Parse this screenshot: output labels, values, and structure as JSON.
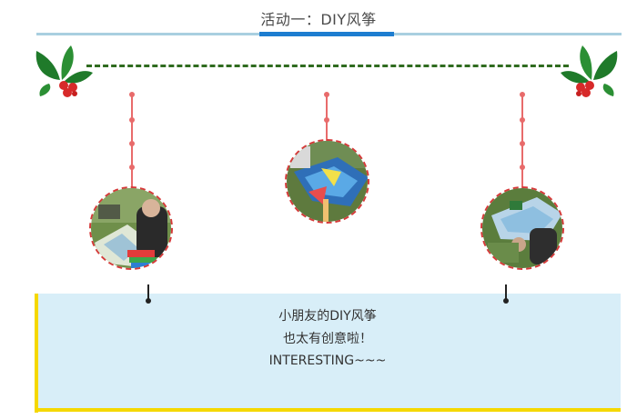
{
  "header": {
    "title": "活动一：DIY风筝"
  },
  "note": {
    "line1": "小朋友的DIY风筝",
    "line2": "也太有创意啦！",
    "line3": "INTERESTING~~~"
  },
  "decor": {
    "left_icon": "holly-icon",
    "right_icon": "holly-icon",
    "garland_color": "#2f6b1f",
    "string_color": "#e86b6b",
    "ornament_border_color": "#d63a3a",
    "accent_blue": "#1d7dd0",
    "note_bg": "#d8eef8",
    "note_accent": "#f5d800"
  },
  "photos": [
    {
      "alt": "children making kites on the grass"
    },
    {
      "alt": "colorful DIY kite held up"
    },
    {
      "alt": "kite laid on the grass"
    }
  ]
}
